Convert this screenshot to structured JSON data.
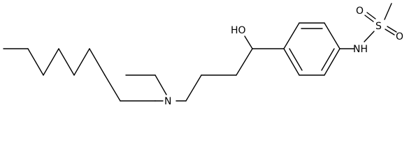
{
  "structure": {
    "labels": {
      "hydroxyl": "HO",
      "amine": "N",
      "sulfonamide_nh": "NH",
      "sulfur": "S",
      "oxygen_top": "O",
      "oxygen_right": "O"
    }
  },
  "colors": {
    "bond": "#000000",
    "background": "#ffffff"
  }
}
